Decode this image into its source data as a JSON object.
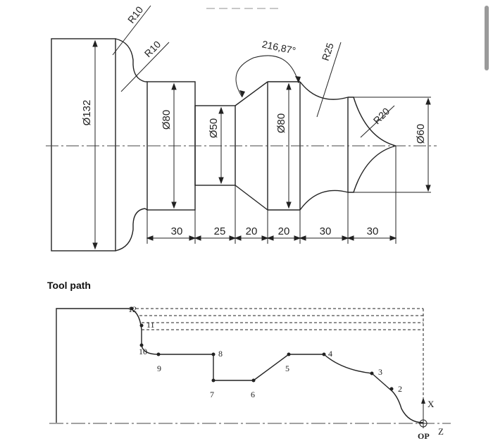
{
  "drawing": {
    "radius_labels": [
      "R10",
      "R10",
      "R25",
      "R20"
    ],
    "angle_label": "216,87°",
    "diameters": [
      "Ø132",
      "Ø80",
      "Ø50",
      "Ø80",
      "Ø60"
    ],
    "lengths": [
      "30",
      "25",
      "20",
      "20",
      "30",
      "30"
    ]
  },
  "toolpath": {
    "title": "Tool path",
    "points": [
      "12",
      "11",
      "10",
      "9",
      "8",
      "7",
      "6",
      "5",
      "4",
      "3",
      "2"
    ],
    "axis_x": "X",
    "axis_z": "Z",
    "origin": "OP"
  }
}
